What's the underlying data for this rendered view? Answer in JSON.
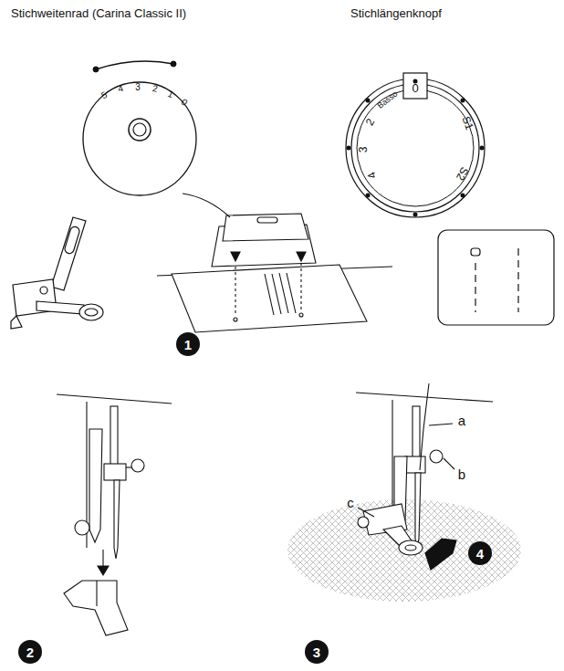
{
  "diagram": {
    "nodes": [
      {
        "text": [
          "1"
        ]
      },
      {
        "text": [
          "2"
        ]
      },
      {
        "text": [
          "3"
        ]
      },
      {
        "text": [
          "4"
        ]
      }
    ],
    "labels": [
      "Stichweitenrad (Carina Classic II)",
      "Stichlängenknopf",
      "5",
      "4",
      "3",
      "2",
      "1",
      "0",
      "0",
      "Basso",
      "2",
      "3",
      "4",
      "S1",
      "S2",
      "a",
      "b",
      "c"
    ]
  }
}
